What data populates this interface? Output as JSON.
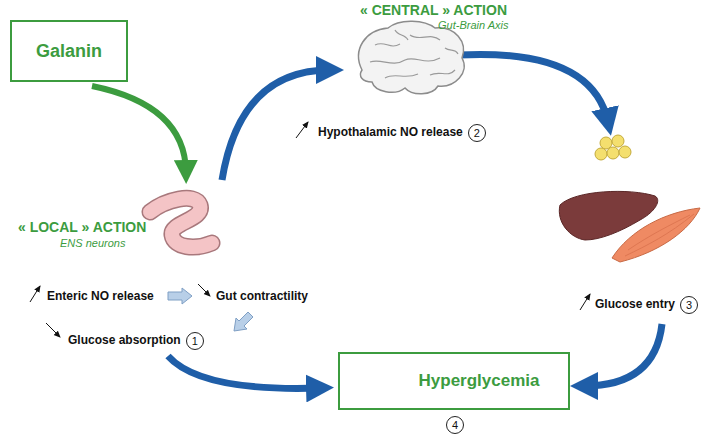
{
  "diagram": {
    "nodes": [
      {
        "text": [
          "Galanin"
        ]
      },
      {
        "text": [
          "Hyperglycemia"
        ]
      }
    ],
    "labels": [
      "« CENTRAL » ACTION",
      "Gut-Brain Axis",
      "Hypothalamic NO release",
      "2",
      "« LOCAL » ACTION",
      "ENS neurons",
      "Enteric NO release",
      "Gut contractility",
      "Glucose absorption",
      "1",
      "Glucose entry",
      "3",
      "4"
    ]
  }
}
